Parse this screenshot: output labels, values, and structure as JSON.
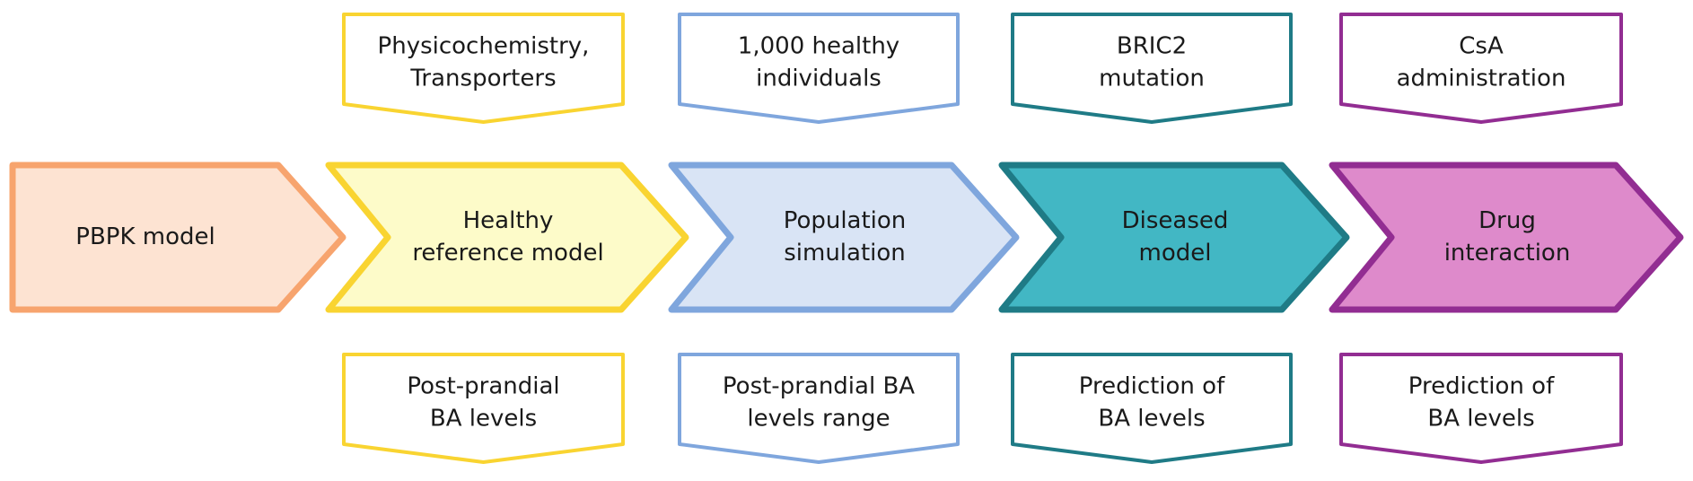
{
  "stages": [
    {
      "id": "pbpk",
      "lines": [
        "PBPK model"
      ],
      "fill": "#fde3d2",
      "stroke": "#f7a46e",
      "input": null,
      "output": null
    },
    {
      "id": "healthy",
      "lines": [
        "Healthy",
        "reference model"
      ],
      "fill": "#fdfbc9",
      "stroke": "#f9d431",
      "input": [
        "Physicochemistry,",
        "Transporters"
      ],
      "output": [
        "Post-prandial",
        "BA levels"
      ]
    },
    {
      "id": "population",
      "lines": [
        "Population",
        "simulation"
      ],
      "fill": "#d9e4f5",
      "stroke": "#7fa6dd",
      "input": [
        "1,000 healthy",
        "individuals"
      ],
      "output": [
        "Post-prandial BA",
        "levels range"
      ]
    },
    {
      "id": "diseased",
      "lines": [
        "Diseased",
        "model"
      ],
      "fill": "#42b7c4",
      "stroke": "#1f7b86",
      "input": [
        "BRIC2",
        "mutation"
      ],
      "output": [
        "Prediction of",
        "BA levels"
      ]
    },
    {
      "id": "drug",
      "lines": [
        "Drug",
        "interaction"
      ],
      "fill": "#de8acb",
      "stroke": "#922d92",
      "input": [
        "CsA",
        "administration"
      ],
      "output": [
        "Prediction of",
        "BA levels"
      ]
    }
  ]
}
